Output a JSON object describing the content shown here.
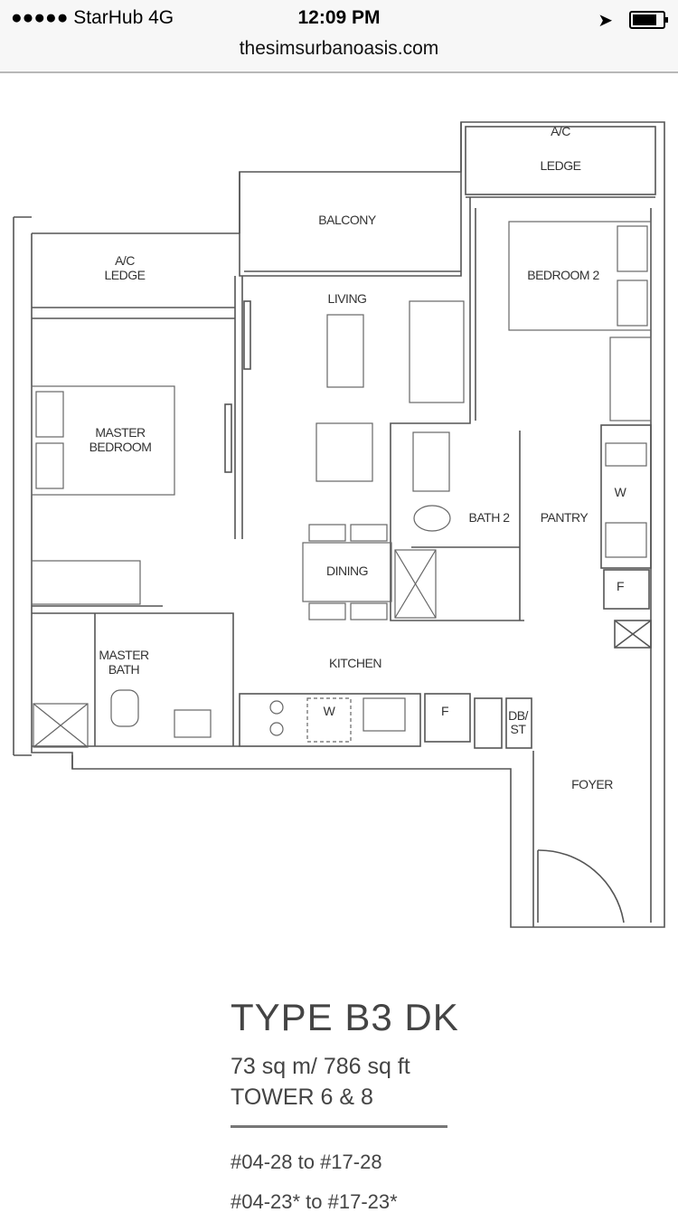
{
  "status_bar": {
    "carrier": "●●●●● StarHub   4G",
    "time": "12:09 PM",
    "location_icon": "location-arrow-icon",
    "battery_icon": "battery-icon"
  },
  "browser": {
    "url": "thesimsurbanoasis.com"
  },
  "floor_plan": {
    "labels": {
      "ac_ledge_right": [
        "A/C",
        "LEDGE"
      ],
      "balcony": "BALCONY",
      "ac_ledge_left": [
        "A/C",
        "LEDGE"
      ],
      "bedroom2": "BEDROOM 2",
      "living": "LIVING",
      "master_bedroom": [
        "MASTER",
        "BEDROOM"
      ],
      "bath2": "BATH 2",
      "pantry": "PANTRY",
      "dining": "DINING",
      "master_bath": [
        "MASTER",
        "BATH"
      ],
      "kitchen": "KITCHEN",
      "washer_kitchen": "W",
      "fridge_kitchen": "F",
      "dbst": [
        "DB/",
        "ST"
      ],
      "foyer": "FOYER",
      "washer_pantry": "W",
      "fridge_pantry": "F"
    }
  },
  "unit_info": {
    "type": "TYPE B3 DK",
    "area": "73 sq m/ 786 sq ft",
    "tower": "TOWER 6 & 8",
    "units": [
      "#04-28 to #17-28",
      "#04-23* to #17-23*"
    ]
  }
}
